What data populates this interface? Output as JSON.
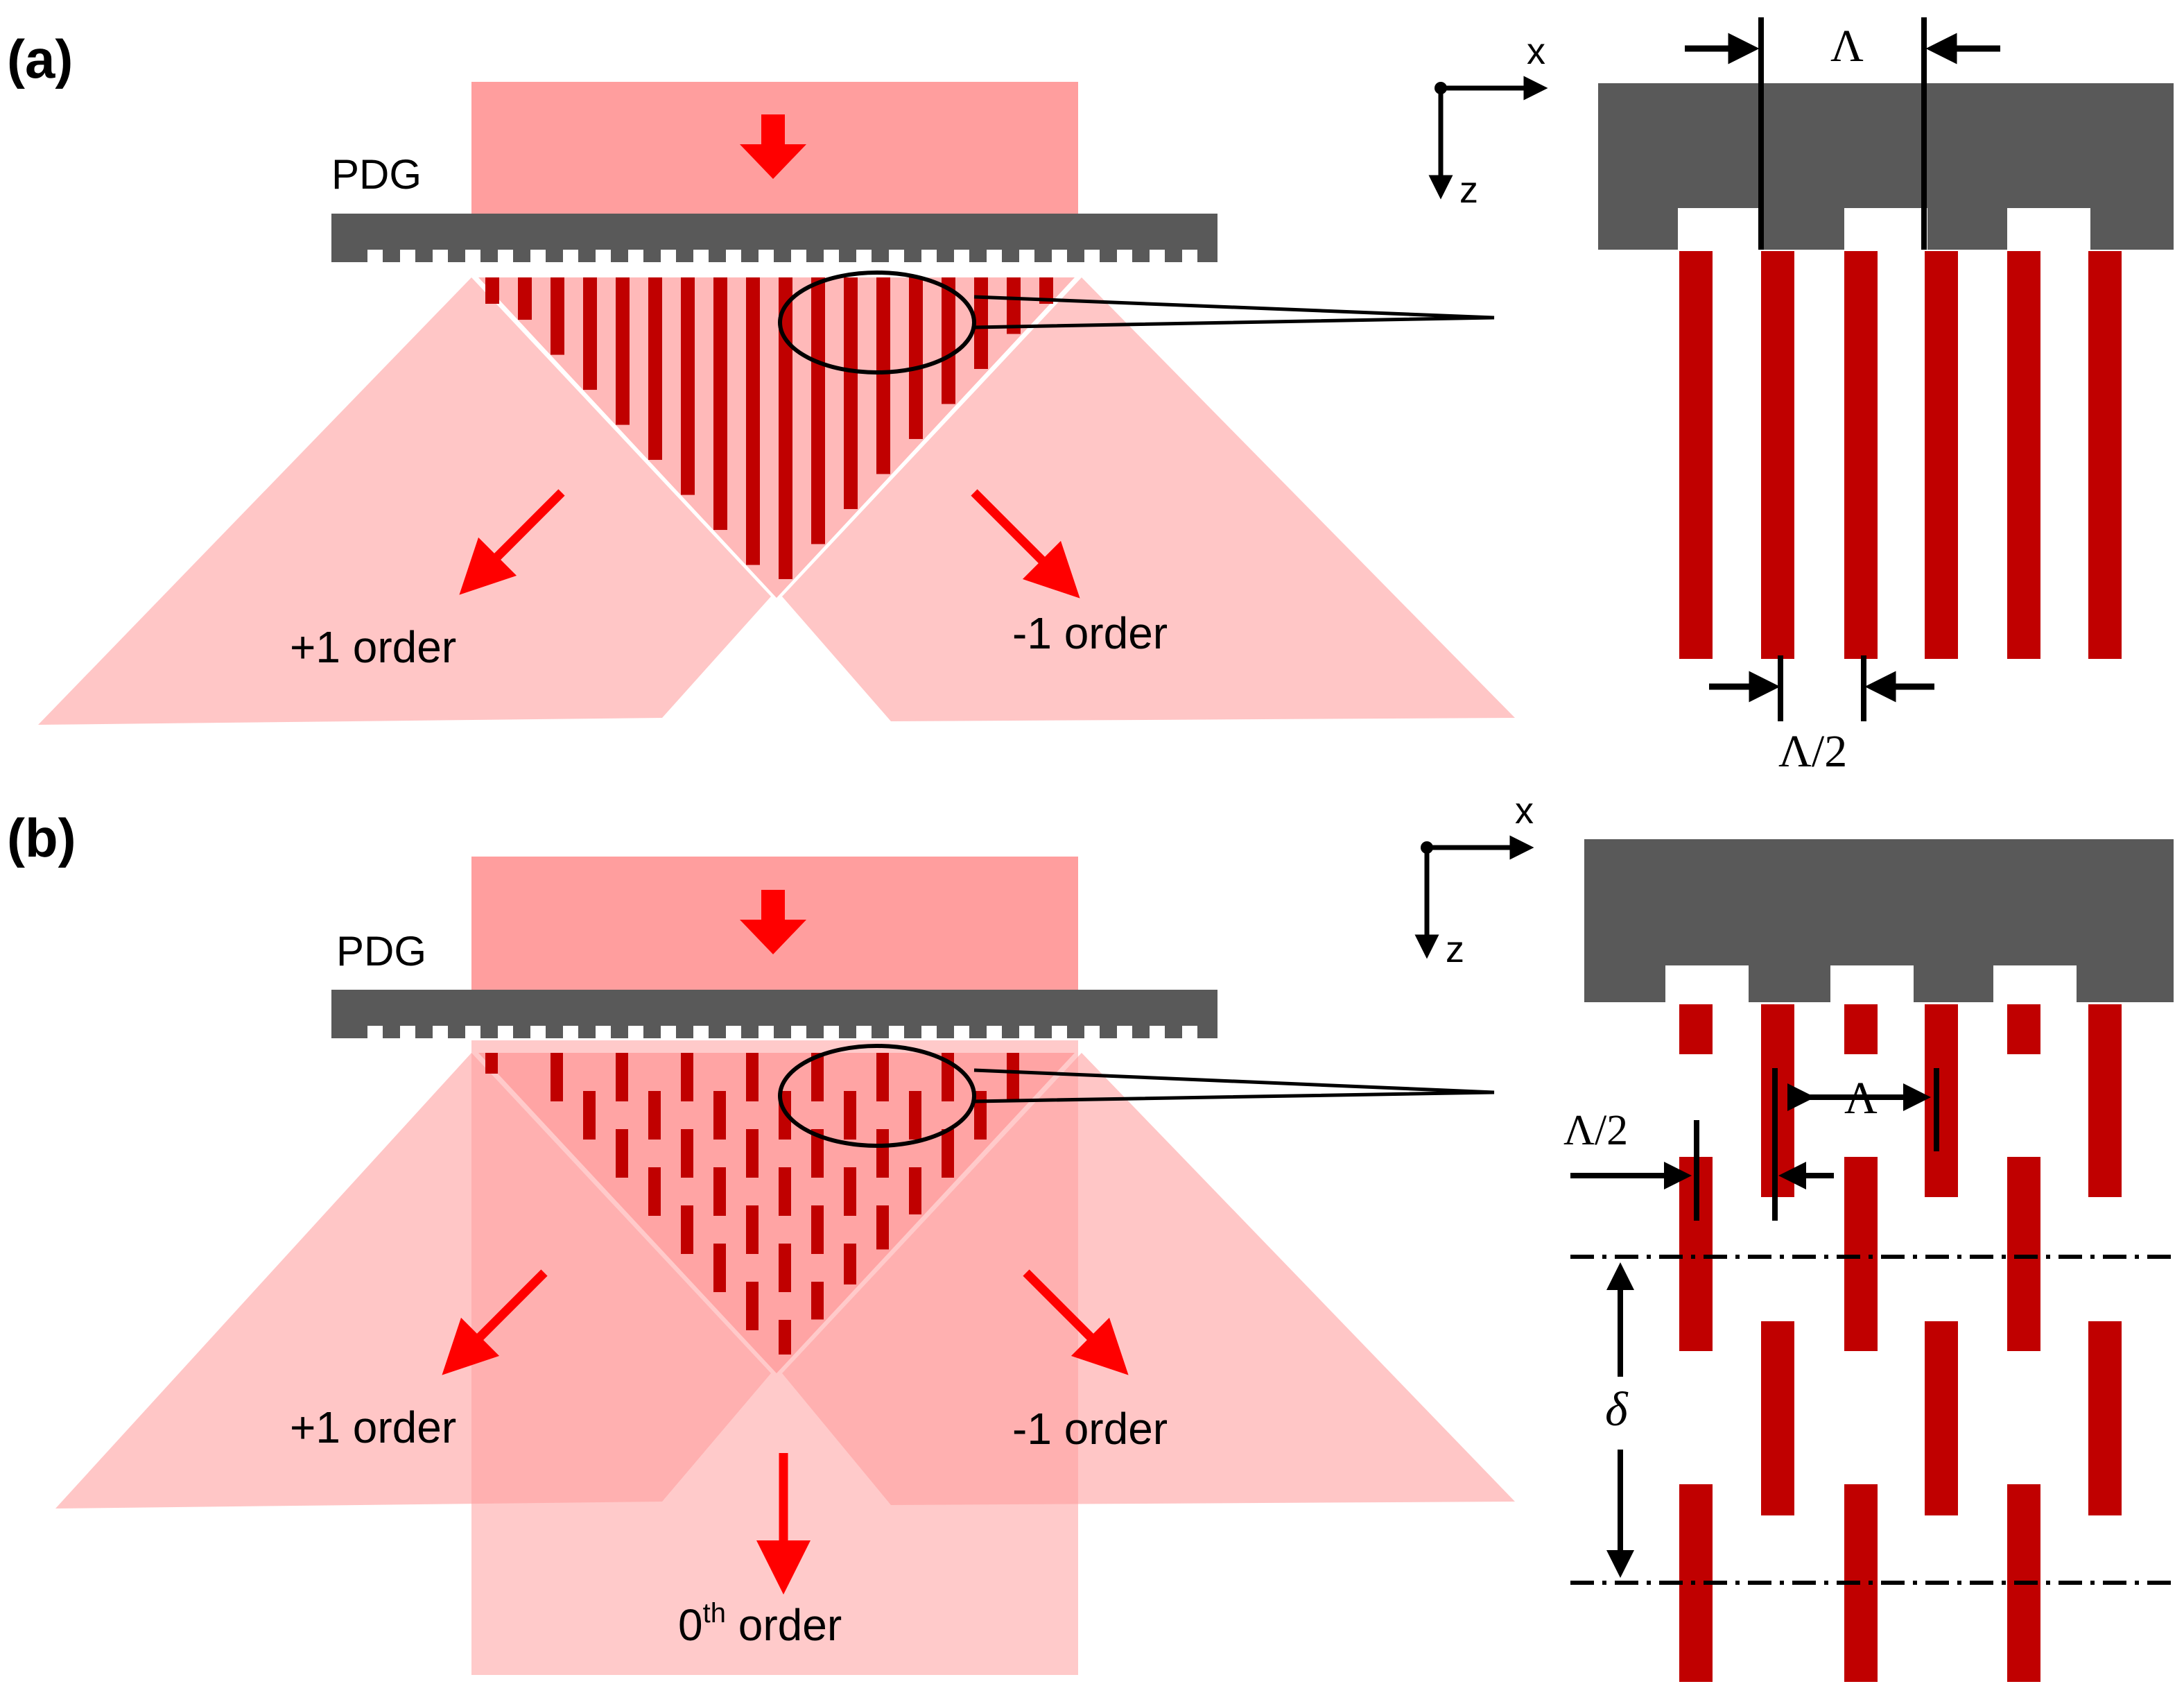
{
  "panels": [
    {
      "id": "a",
      "label": "(a)",
      "grating_label": "PDG",
      "orders": [
        "+1 order",
        "-1 order"
      ],
      "axes": {
        "x": "x",
        "z": "z"
      },
      "period_label": "Λ",
      "half_period_label": "Λ/2"
    },
    {
      "id": "b",
      "label": "(b)",
      "grating_label": "PDG",
      "orders": [
        "+1 order",
        "-1 order"
      ],
      "zeroth_order": {
        "base": "0",
        "superscript": "th",
        "suffix": " order"
      },
      "axes": {
        "x": "x",
        "z": "z"
      },
      "period_label": "Λ",
      "half_period_label": "Λ/2",
      "delta_label": "δ"
    }
  ],
  "colors": {
    "beam": "#ff6b6b",
    "beam_light": "#ffb3b3",
    "fringe": "#c00000",
    "arrow": "#ff0000",
    "grating": "#595959"
  }
}
